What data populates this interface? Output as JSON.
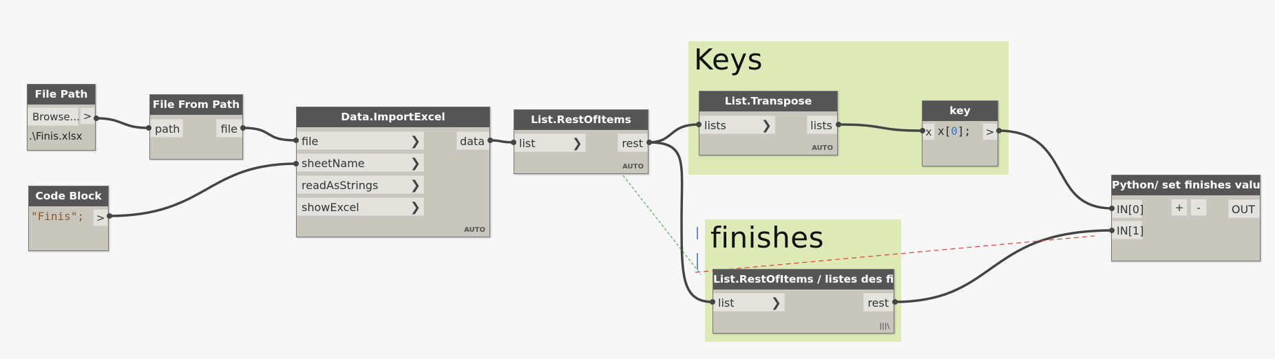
{
  "groups": {
    "keys": {
      "title": "Keys"
    },
    "finishes": {
      "title": "finishes"
    }
  },
  "nodes": {
    "file_path": {
      "title": "File Path",
      "browse_label": "Browse...",
      "run_label": ">",
      "value": ".\\Finis.xlsx"
    },
    "file_from_path": {
      "title": "File From Path",
      "input": "path",
      "output": "file"
    },
    "code_block": {
      "title": "Code Block",
      "code": "\"Finis\";",
      "run_label": ">"
    },
    "import_excel": {
      "title": "Data.ImportExcel",
      "inputs": [
        "file",
        "sheetName",
        "readAsStrings",
        "showExcel"
      ],
      "output": "data",
      "lacing": "AUTO"
    },
    "rest_of_items": {
      "title": "List.RestOfItems",
      "input": "list",
      "output": "rest",
      "lacing": "AUTO"
    },
    "transpose": {
      "title": "List.Transpose",
      "input": "lists",
      "output": "lists",
      "lacing": "AUTO"
    },
    "key": {
      "title": "key",
      "input": "x",
      "code_prefix": "x[",
      "code_index": "0",
      "code_suffix": "];",
      "run_label": ">"
    },
    "rest_of_items_finis": {
      "title": "List.RestOfItems / listes des finis",
      "input": "list",
      "output": "rest",
      "lacing": "|||\\"
    },
    "python": {
      "title": "Python/ set finishes values",
      "inputs": [
        "IN[0]",
        "IN[1]"
      ],
      "add_label": "+",
      "remove_label": "-",
      "output": "OUT"
    }
  },
  "arrow_glyph": "❯",
  "colors": {
    "background": "#f7f7f7",
    "group_fill": "#dde9b6",
    "node_body": "#c9c7bd",
    "node_header": "#555555",
    "wire": "#444444",
    "code_string": "#8a5a2b",
    "code_number": "#2a7fd4",
    "preview_red": "#e03b3b",
    "preview_green": "#3a9a3a"
  }
}
